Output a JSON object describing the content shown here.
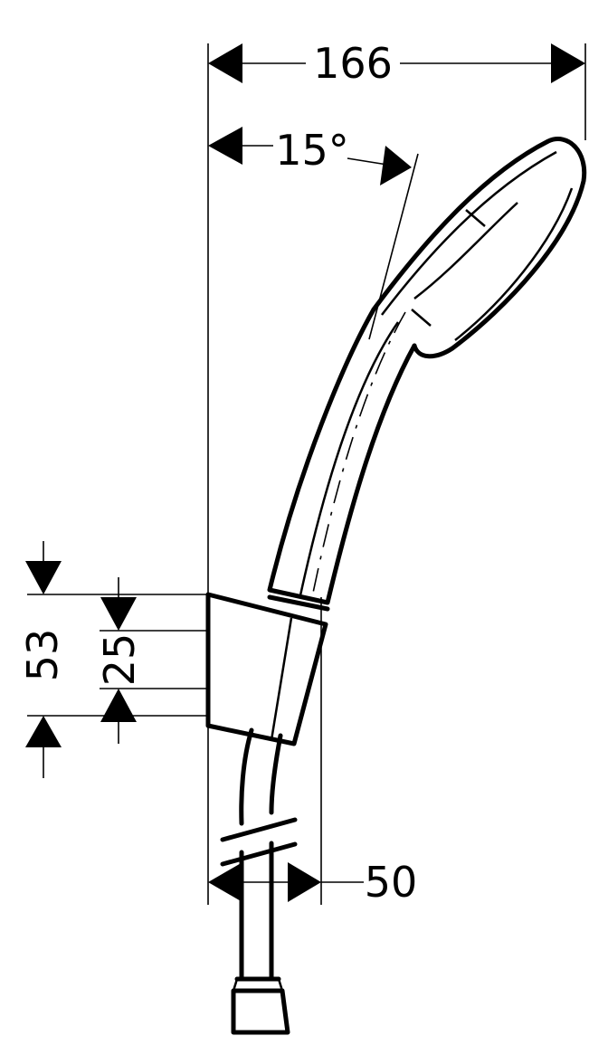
{
  "dimensions": {
    "width_total": "166",
    "angle": "15°",
    "holder_height": "53",
    "holder_inner_height": "25",
    "hose_width": "50"
  },
  "colors": {
    "line": "#000000",
    "background": "#ffffff"
  }
}
